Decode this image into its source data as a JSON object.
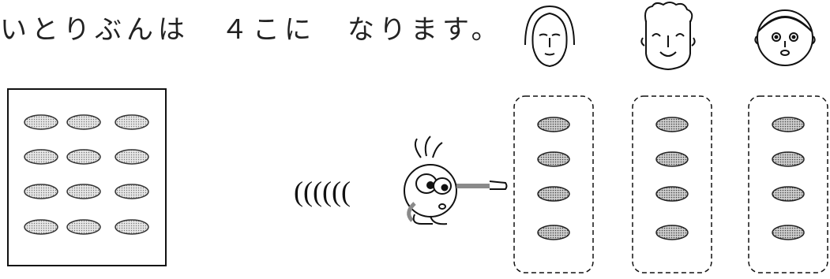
{
  "sentence": "いとりぶんは　４こに　なります。",
  "waves": "((((((",
  "colors": {
    "ink": "#111111",
    "bean_fill": "#c8c8c8",
    "pointer_gray": "#8a8a8a"
  },
  "characters": [
    "person-1-face",
    "person-2-face",
    "person-3-face"
  ],
  "box_bean_rows": 4,
  "box_bean_cols": 3,
  "groups": 3,
  "beans_per_group": 4
}
